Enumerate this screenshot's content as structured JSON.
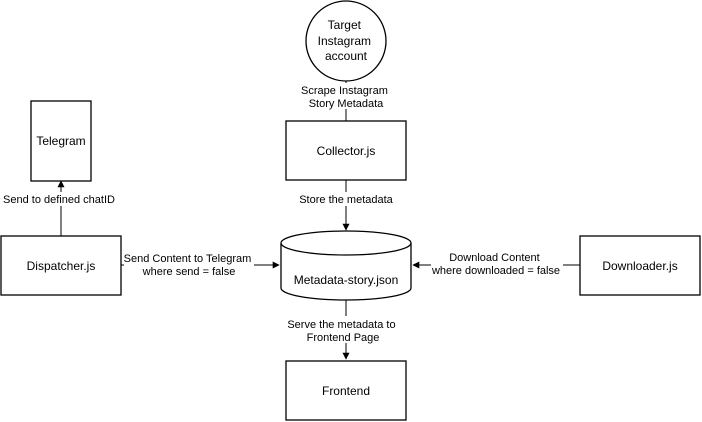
{
  "nodes": {
    "target": {
      "lines": [
        "Target",
        "Instagram",
        "account"
      ]
    },
    "telegram": {
      "label": "Telegram"
    },
    "collector": {
      "label": "Collector.js"
    },
    "dispatcher": {
      "label": "Dispatcher.js"
    },
    "metadata": {
      "label": "Metadata-story.json"
    },
    "downloader": {
      "label": "Downloader.js"
    },
    "frontend": {
      "label": "Frontend"
    }
  },
  "edges": {
    "scrape": {
      "lines": [
        "Scrape Instagram",
        "Story Metadata"
      ]
    },
    "store": {
      "lines": [
        "Store the metadata"
      ]
    },
    "send_chat": {
      "lines": [
        "Send to defined chatID"
      ]
    },
    "send_content": {
      "lines": [
        "Send Content to Telegram",
        "where send = false"
      ]
    },
    "download_content": {
      "lines": [
        "Download Content",
        "where downloaded = false"
      ]
    },
    "serve": {
      "lines": [
        "Serve the metadata to",
        "Frontend Page"
      ]
    }
  }
}
